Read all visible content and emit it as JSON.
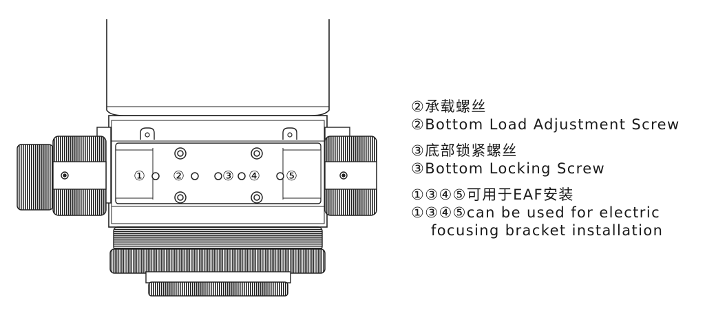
{
  "diagram": {
    "markers": [
      "①",
      "②",
      "③",
      "④",
      "⑤"
    ]
  },
  "legend": [
    {
      "zh": "②承载螺丝",
      "en": "②Bottom Load Adjustment Screw"
    },
    {
      "zh": "③底部锁紧螺丝",
      "en": "③Bottom Locking Screw"
    },
    {
      "zh": "①③④⑤可用于EAF安装",
      "en": "①③④⑤can be used for electric",
      "en2": "focusing bracket installation"
    }
  ]
}
